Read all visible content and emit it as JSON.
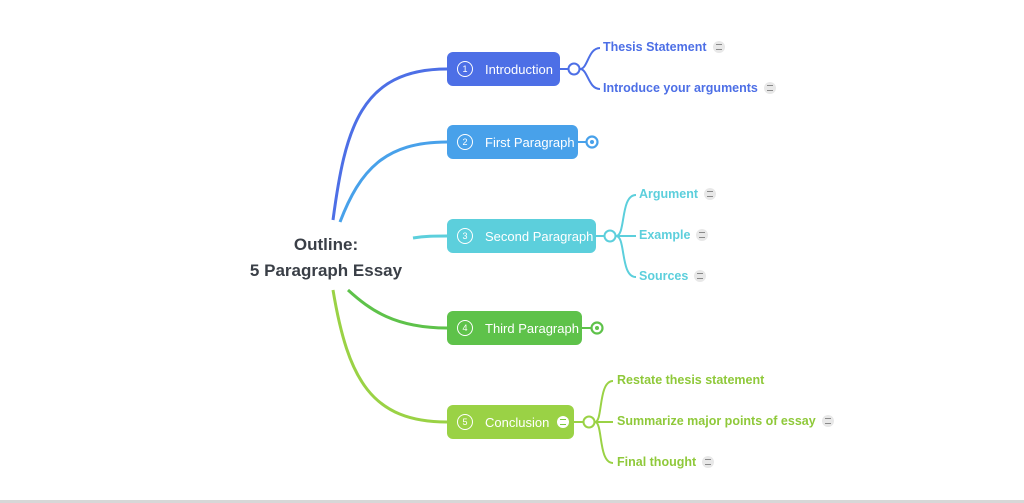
{
  "root": {
    "line1": "Outline:",
    "line2": "5 Paragraph Essay"
  },
  "topics": [
    {
      "number": "1",
      "label": "Introduction",
      "color": "#4d6fe6",
      "subtopics": [
        {
          "label": "Thesis Statement"
        },
        {
          "label": "Introduce your arguments"
        }
      ]
    },
    {
      "number": "2",
      "label": "First Paragraph",
      "color": "#48a1ea",
      "subtopics": []
    },
    {
      "number": "3",
      "label": "Second Paragraph",
      "color": "#5ccfdc",
      "subtopics": [
        {
          "label": "Argument"
        },
        {
          "label": "Example"
        },
        {
          "label": "Sources"
        }
      ]
    },
    {
      "number": "4",
      "label": "Third Paragraph",
      "color": "#5ec24a",
      "subtopics": []
    },
    {
      "number": "5",
      "label": "Conclusion",
      "color": "#9ad245",
      "subtopics": [
        {
          "label": "Restate thesis statement"
        },
        {
          "label": "Summarize major points of essay"
        },
        {
          "label": "Final thought"
        }
      ]
    }
  ],
  "subtopic_colors": [
    "#4d6fe6",
    "#48a1ea",
    "#5ccfdc",
    "#5ec24a",
    "#8fc93a"
  ],
  "icons": {
    "note": "note-icon",
    "collapse": "collapse-toggle-icon"
  }
}
